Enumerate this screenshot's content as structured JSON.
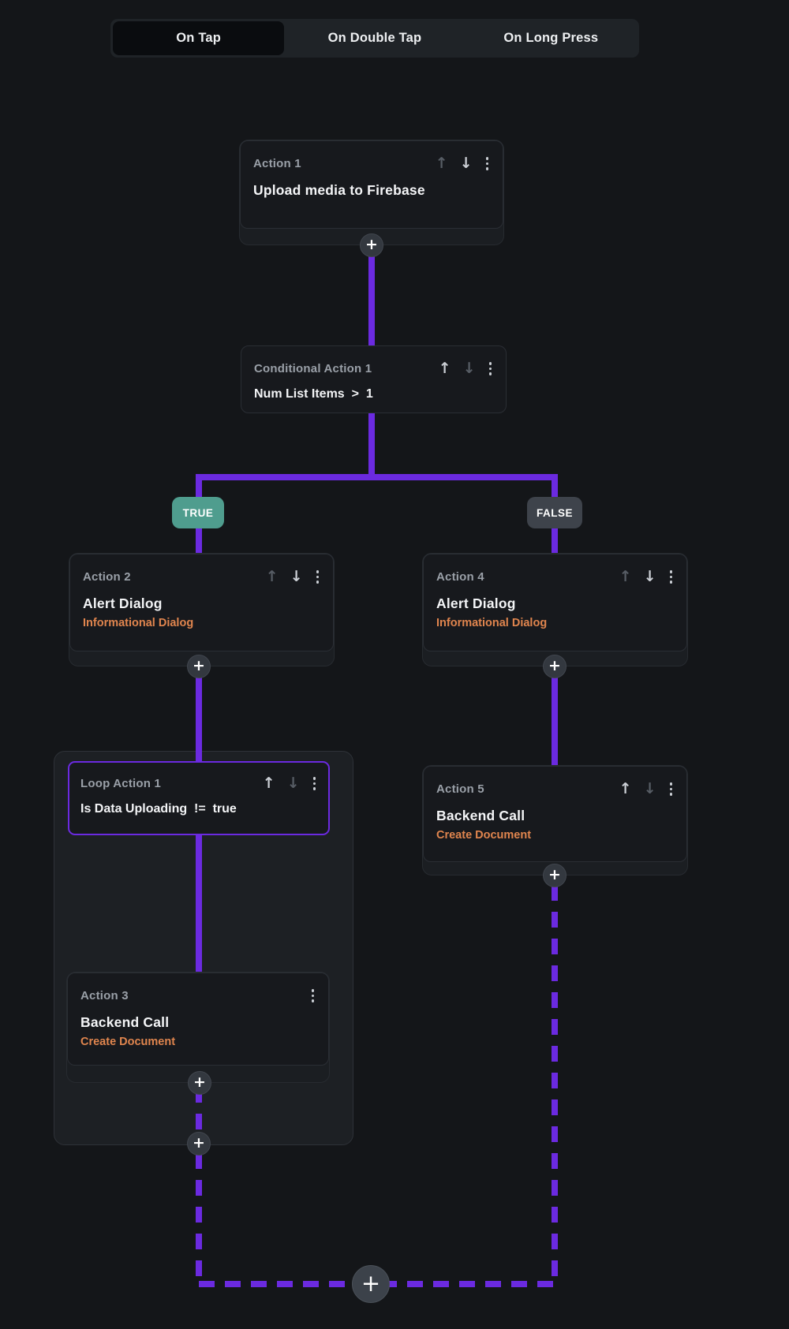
{
  "colors": {
    "accent": "#6b2ae0",
    "teal": "#4f9d8e",
    "orange": "#e0854e",
    "card_bg": "#17191d",
    "page_bg": "#141619"
  },
  "icons": {
    "move_up": "↑",
    "move_down": "↓",
    "menu": "kebab-dots",
    "add": "+"
  },
  "tabs": {
    "items": [
      {
        "label": "On Tap",
        "selected": true
      },
      {
        "label": "On Double Tap",
        "selected": false
      },
      {
        "label": "On Long Press",
        "selected": false
      }
    ]
  },
  "flow": {
    "branches": {
      "true_label": "TRUE",
      "false_label": "FALSE"
    },
    "nodes": {
      "action1": {
        "label": "Action 1",
        "title": "Upload media to Firebase"
      },
      "conditional1": {
        "label": "Conditional Action 1",
        "condition": "Num List Items  >  1"
      },
      "action2": {
        "label": "Action 2",
        "title": "Alert Dialog",
        "subtitle": "Informational Dialog"
      },
      "action4": {
        "label": "Action 4",
        "title": "Alert Dialog",
        "subtitle": "Informational Dialog"
      },
      "loop1": {
        "label": "Loop Action 1",
        "condition": "Is Data Uploading  !=  true"
      },
      "action3": {
        "label": "Action 3",
        "title": "Backend Call",
        "subtitle": "Create Document"
      },
      "action5": {
        "label": "Action 5",
        "title": "Backend Call",
        "subtitle": "Create Document"
      }
    }
  }
}
